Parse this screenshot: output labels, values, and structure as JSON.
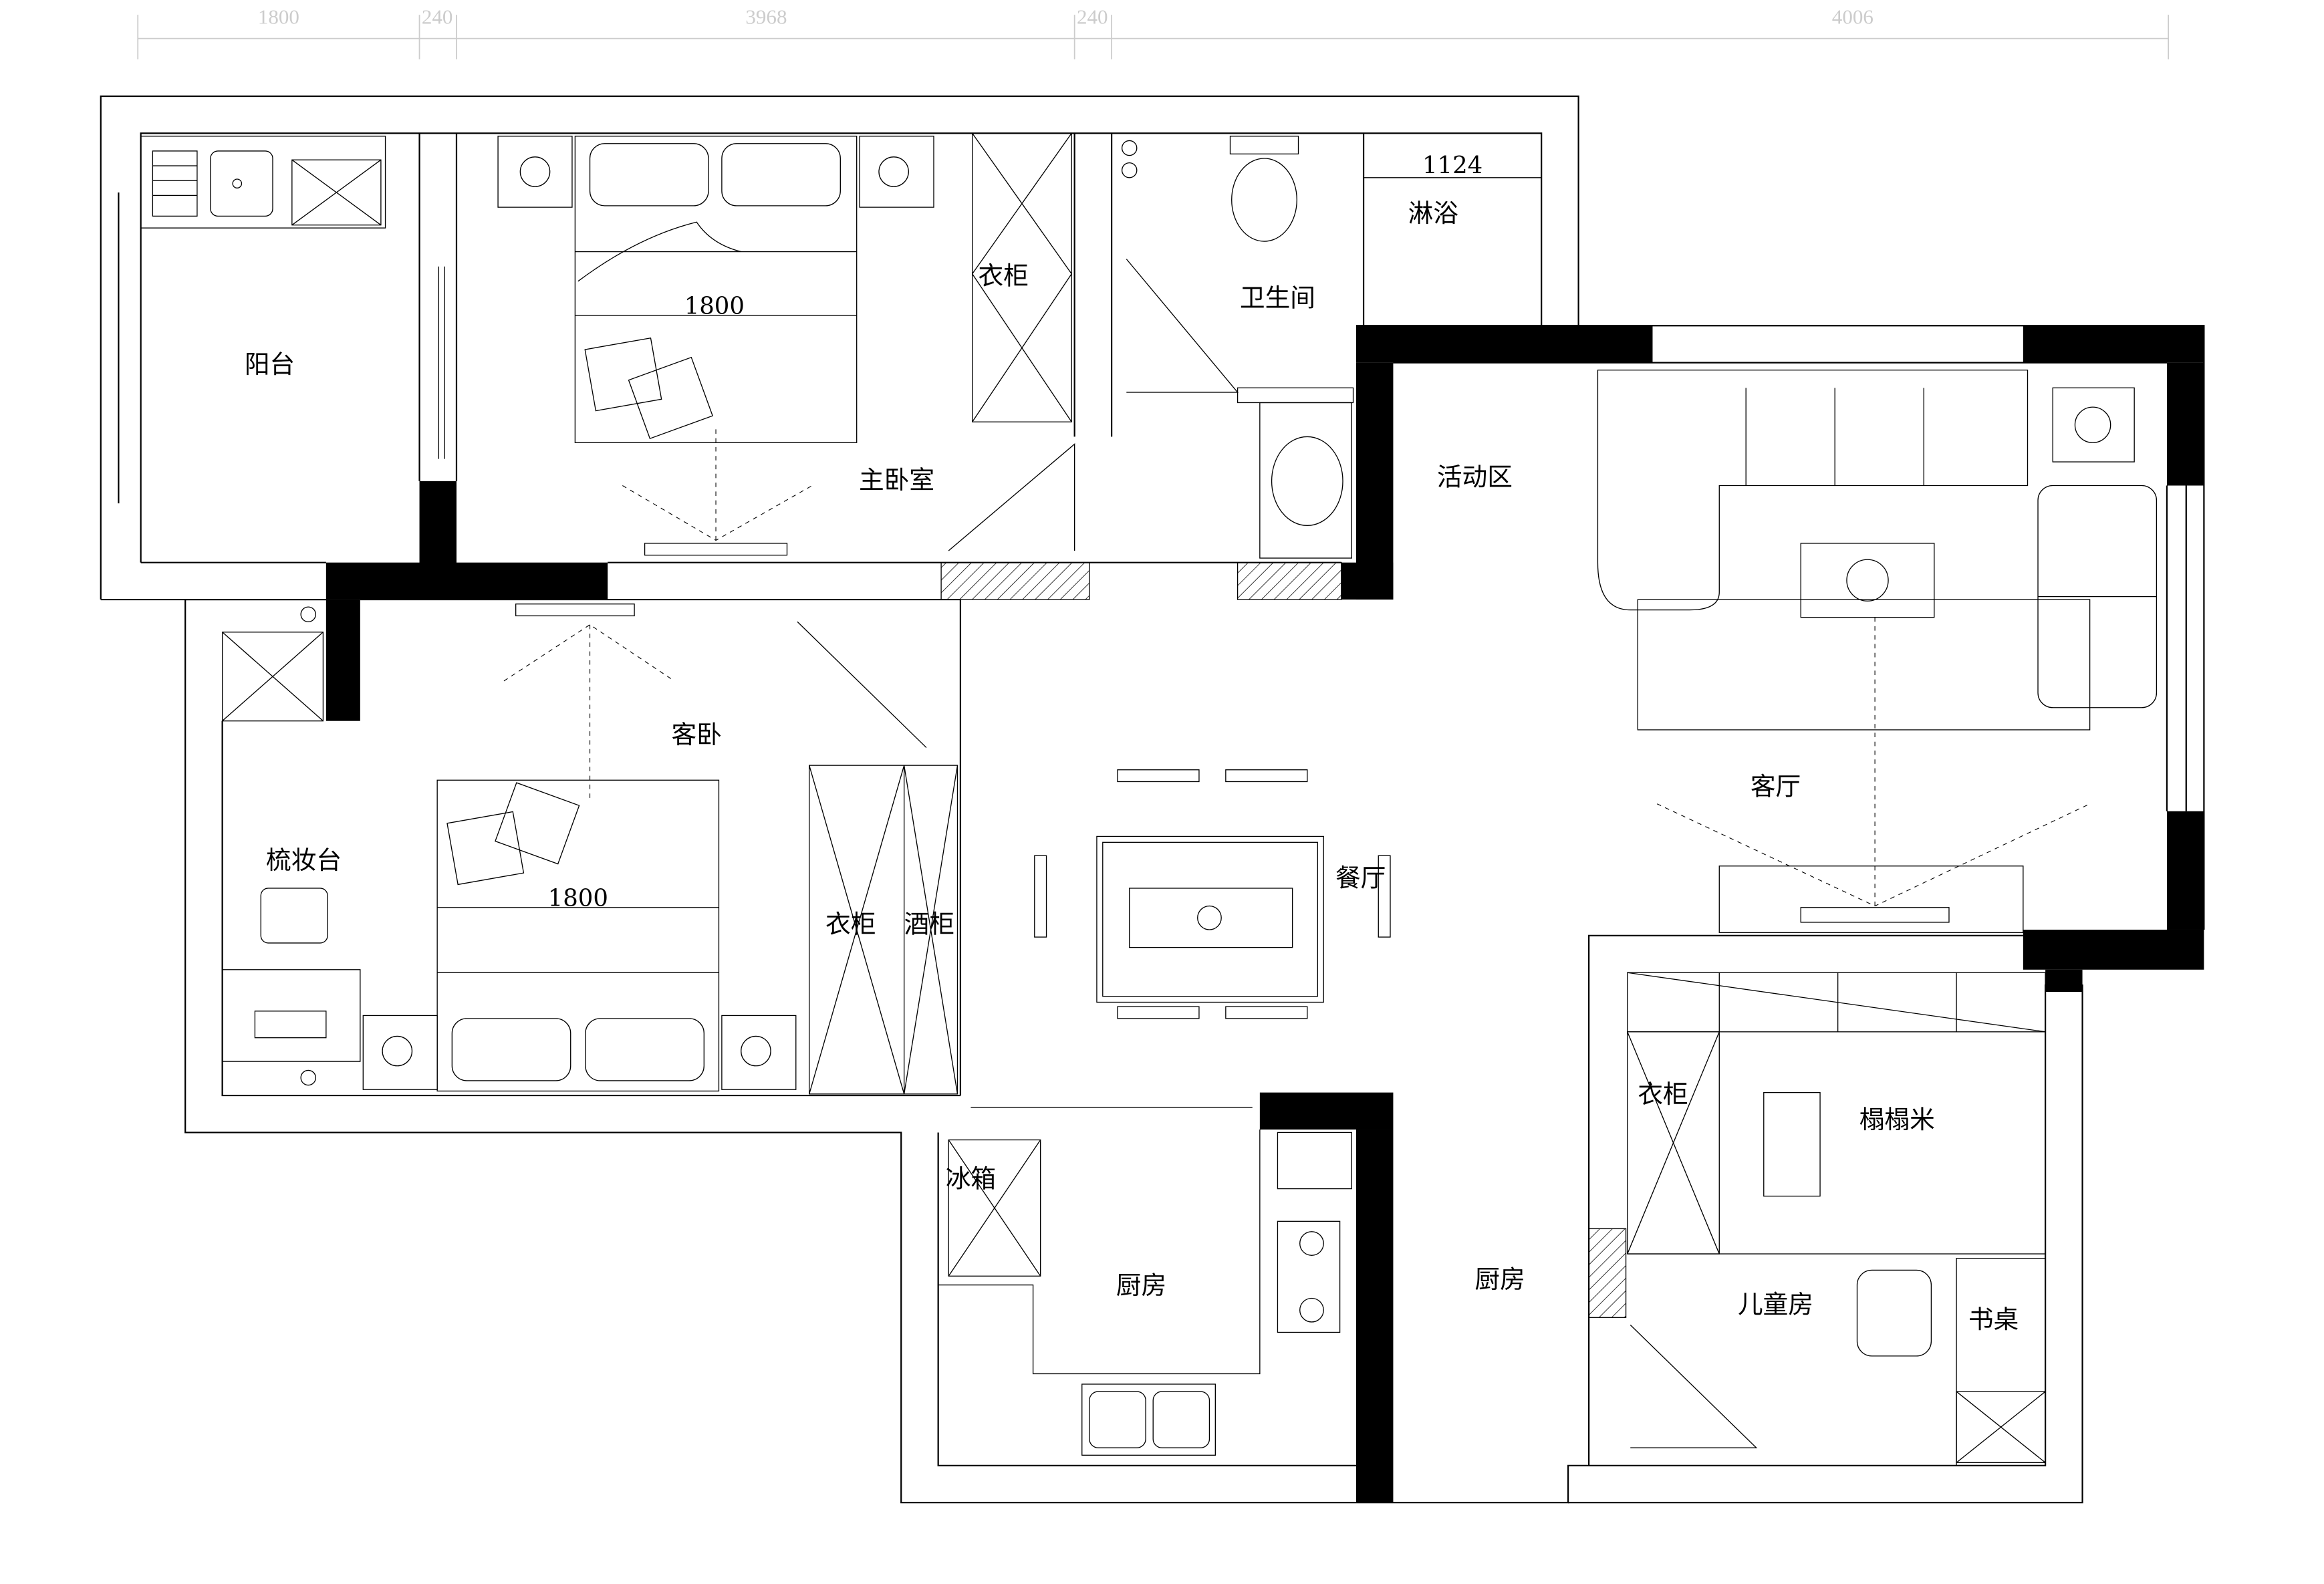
{
  "plan": {
    "top_dimensions": [
      "1800",
      "240",
      "3968",
      "240",
      "4006"
    ],
    "rooms": {
      "balcony": "阳台",
      "master_bedroom": "主卧室",
      "master_wardrobe": "衣柜",
      "bathroom": "卫生间",
      "shower": "淋浴",
      "shower_width": "1124",
      "activity_area": "活动区",
      "living_room": "客厅",
      "guest_bedroom": "客卧",
      "dressing_table": "梳妆台",
      "guest_wardrobe": "衣柜",
      "wine_cabinet": "酒柜",
      "dining_room": "餐厅",
      "fridge": "冰箱",
      "kitchen": "厨房",
      "kitchen_2": "厨房",
      "kids_wardrobe": "衣柜",
      "tatami": "榻榻米",
      "kids_room": "儿童房",
      "desk": "书桌"
    },
    "bed_widths": {
      "master": "1800",
      "guest": "1800"
    }
  }
}
